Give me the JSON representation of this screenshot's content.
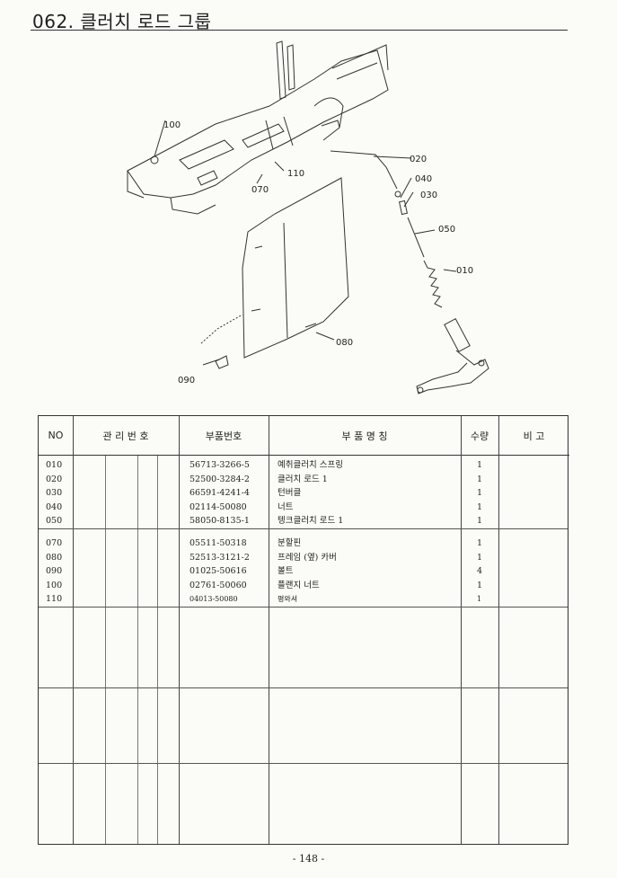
{
  "header": {
    "title": "062. 클러치 로드 그룹"
  },
  "diagram": {
    "callouts": [
      "100",
      "110",
      "070",
      "020",
      "040",
      "030",
      "050",
      "010",
      "080",
      "090"
    ]
  },
  "table": {
    "headers": {
      "no": "NO",
      "management_no": "관 리 번 호",
      "part_no": "부품번호",
      "part_name": "부 품 명 칭",
      "qty": "수량",
      "remarks": "비 고"
    },
    "group1": [
      {
        "no": "010",
        "part_no": "56713-3266-5",
        "name": "예취클러치 스프링",
        "qty": "1"
      },
      {
        "no": "020",
        "part_no": "52500-3284-2",
        "name": "클러치 로드 1",
        "qty": "1"
      },
      {
        "no": "030",
        "part_no": "66591-4241-4",
        "name": "턴버클",
        "qty": "1"
      },
      {
        "no": "040",
        "part_no": "02114-50080",
        "name": "너트",
        "qty": "1"
      },
      {
        "no": "050",
        "part_no": "58050-8135-1",
        "name": "텡크클러치 로드 1",
        "qty": "1"
      }
    ],
    "group2": [
      {
        "no": "070",
        "part_no": "05511-50318",
        "name": "분할핀",
        "qty": "1"
      },
      {
        "no": "080",
        "part_no": "52513-3121-2",
        "name": "프레임 (옆) 카버",
        "qty": "1"
      },
      {
        "no": "090",
        "part_no": "01025-50616",
        "name": "볼트",
        "qty": "4"
      },
      {
        "no": "100",
        "part_no": "02761-50060",
        "name": "플랜지 너트",
        "qty": "1"
      },
      {
        "no": "110",
        "part_no": "04013-50080",
        "name": "평와셔",
        "qty": "1"
      }
    ]
  },
  "footer": {
    "page_number": "- 148 -"
  }
}
